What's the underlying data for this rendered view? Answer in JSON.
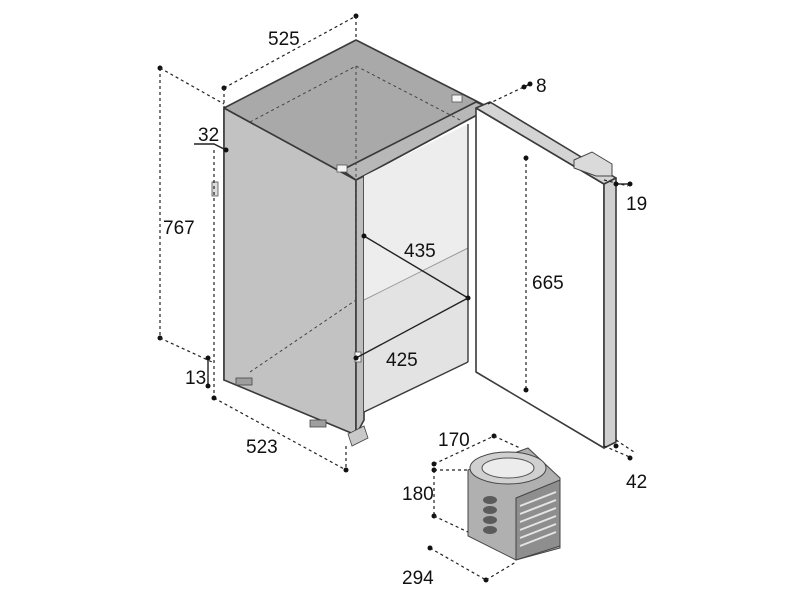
{
  "labels": {
    "width_top": "525",
    "height_total": "767",
    "depth_bottom": "523",
    "offset_top": "32",
    "offset_bottom": "13",
    "door_gap": "8",
    "door_thickness": "19",
    "door_depth": "42",
    "inner_height": "665",
    "inner_width": "435",
    "inner_depth": "425",
    "unit_width": "170",
    "unit_height": "180",
    "unit_depth": "294"
  },
  "colors": {
    "cabinet_top": "#a9a9a9",
    "cabinet_side": "#c2c2c2",
    "interior_back": "#ededed",
    "interior_floor": "#e3e3e3",
    "door_face": "#ffffff",
    "door_frame": "#d4d4d4"
  }
}
